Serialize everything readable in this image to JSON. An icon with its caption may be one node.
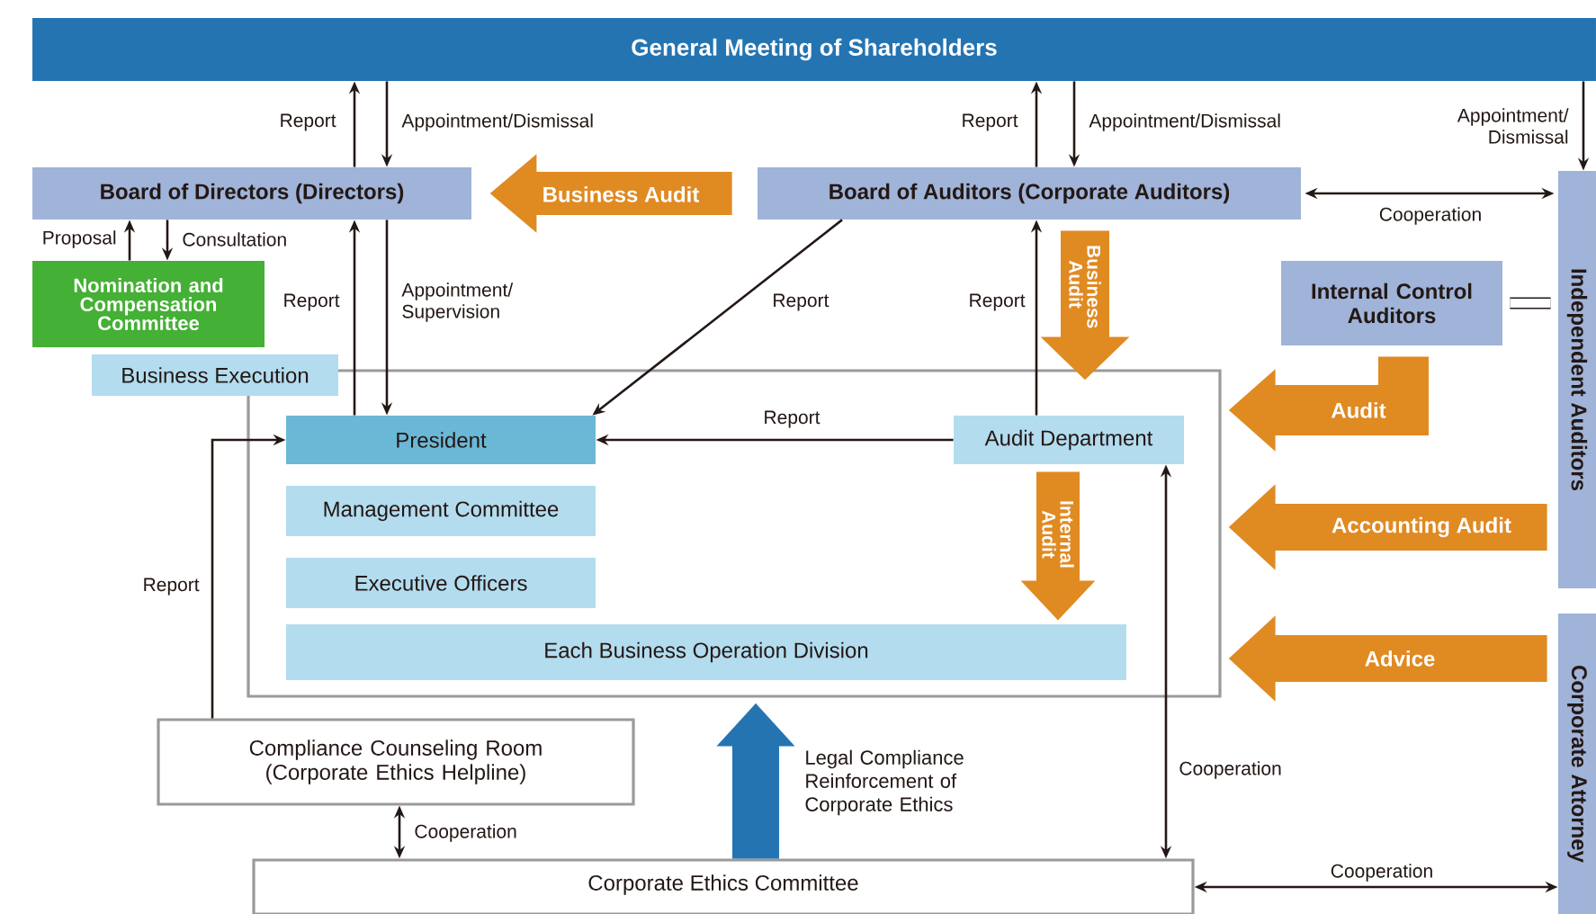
{
  "diagram": {
    "nodes": [
      {
        "text": [
          "General Meeting of Shareholders"
        ]
      },
      {
        "text": [
          "Board of Directors (Directors)"
        ]
      },
      {
        "text": [
          "Board of Auditors (Corporate Auditors)"
        ]
      },
      {
        "text": [
          "Nomination and Compensation Committee"
        ]
      },
      {
        "text": [
          "Business Execution"
        ]
      },
      {
        "text": [
          "President"
        ],
        "in": 4
      },
      {
        "text": [
          "Audit Department"
        ],
        "in": 4
      },
      {
        "text": [
          "Management Committee"
        ],
        "in": 4
      },
      {
        "text": [
          "Executive Officers"
        ],
        "in": 4
      },
      {
        "text": [
          "Each Business Operation Division"
        ],
        "in": 4
      },
      {
        "text": [
          "Internal Control Auditors"
        ]
      },
      {
        "text": [
          "Independent Auditors"
        ]
      },
      {
        "text": [
          "Corporate Attorney"
        ]
      },
      {
        "text": [
          "Compliance Counseling Room (Corporate Ethics Helpline)"
        ]
      },
      {
        "text": [
          "Corporate Ethics Committee"
        ]
      }
    ],
    "edges": [
      {
        "from": 1,
        "to": 0,
        "arrow": "to",
        "label": "Report"
      },
      {
        "from": 0,
        "to": 1,
        "arrow": "to",
        "label": "Appointment/Dismissal"
      },
      {
        "from": 2,
        "to": 0,
        "arrow": "to",
        "label": "Report"
      },
      {
        "from": 0,
        "to": 2,
        "arrow": "to",
        "label": "Appointment/Dismissal"
      },
      {
        "from": 0,
        "to": 11,
        "arrow": "to",
        "label": "Appointment/ Dismissal"
      },
      {
        "from": 2,
        "to": 11,
        "arrow": "both",
        "label": "Cooperation"
      },
      {
        "from": 2,
        "to": 1,
        "arrow": "to",
        "label": "Business Audit",
        "style": "thick",
        "color": "#e08a22"
      },
      {
        "from": 3,
        "to": 1,
        "arrow": "to",
        "label": "Proposal"
      },
      {
        "from": 1,
        "to": 3,
        "arrow": "to",
        "label": "Consultation"
      },
      {
        "from": 5,
        "to": 1,
        "arrow": "to",
        "label": "Report"
      },
      {
        "from": 1,
        "to": 5,
        "arrow": "to",
        "label": "Appointment/ Supervision"
      },
      {
        "from": 2,
        "to": 5,
        "arrow": "to",
        "label": "Report"
      },
      {
        "from": 6,
        "to": 2,
        "arrow": "to",
        "label": "Report"
      },
      {
        "from": 2,
        "to": 4,
        "arrow": "to",
        "label": "Business Audit",
        "style": "thick",
        "color": "#e08a22"
      },
      {
        "from": 10,
        "to": 11,
        "arrow": "none",
        "style": "thick"
      },
      {
        "from": 10,
        "to": 4,
        "arrow": "to",
        "label": "Audit",
        "style": "thick",
        "color": "#e08a22"
      },
      {
        "from": 6,
        "to": 5,
        "arrow": "to",
        "label": "Report"
      },
      {
        "from": 6,
        "to": 9,
        "arrow": "to",
        "label": "Internal Audit",
        "style": "thick",
        "color": "#e08a22"
      },
      {
        "from": 11,
        "to": 4,
        "arrow": "to",
        "label": "Accounting Audit",
        "style": "thick",
        "color": "#e08a22"
      },
      {
        "from": 12,
        "to": 4,
        "arrow": "to",
        "label": "Advice",
        "style": "thick",
        "color": "#e08a22"
      },
      {
        "from": 13,
        "to": 5,
        "arrow": "to",
        "label": "Report"
      },
      {
        "from": 14,
        "to": 4,
        "arrow": "to",
        "label": "Legal Compliance Reinforcement of Corporate Ethics",
        "style": "thick",
        "color": "#2474b2"
      },
      {
        "from": 13,
        "to": 14,
        "arrow": "both",
        "label": "Cooperation"
      },
      {
        "from": 6,
        "to": 14,
        "arrow": "both",
        "label": "Cooperation"
      },
      {
        "from": 14,
        "to": 12,
        "arrow": "both",
        "label": "Cooperation"
      }
    ]
  }
}
